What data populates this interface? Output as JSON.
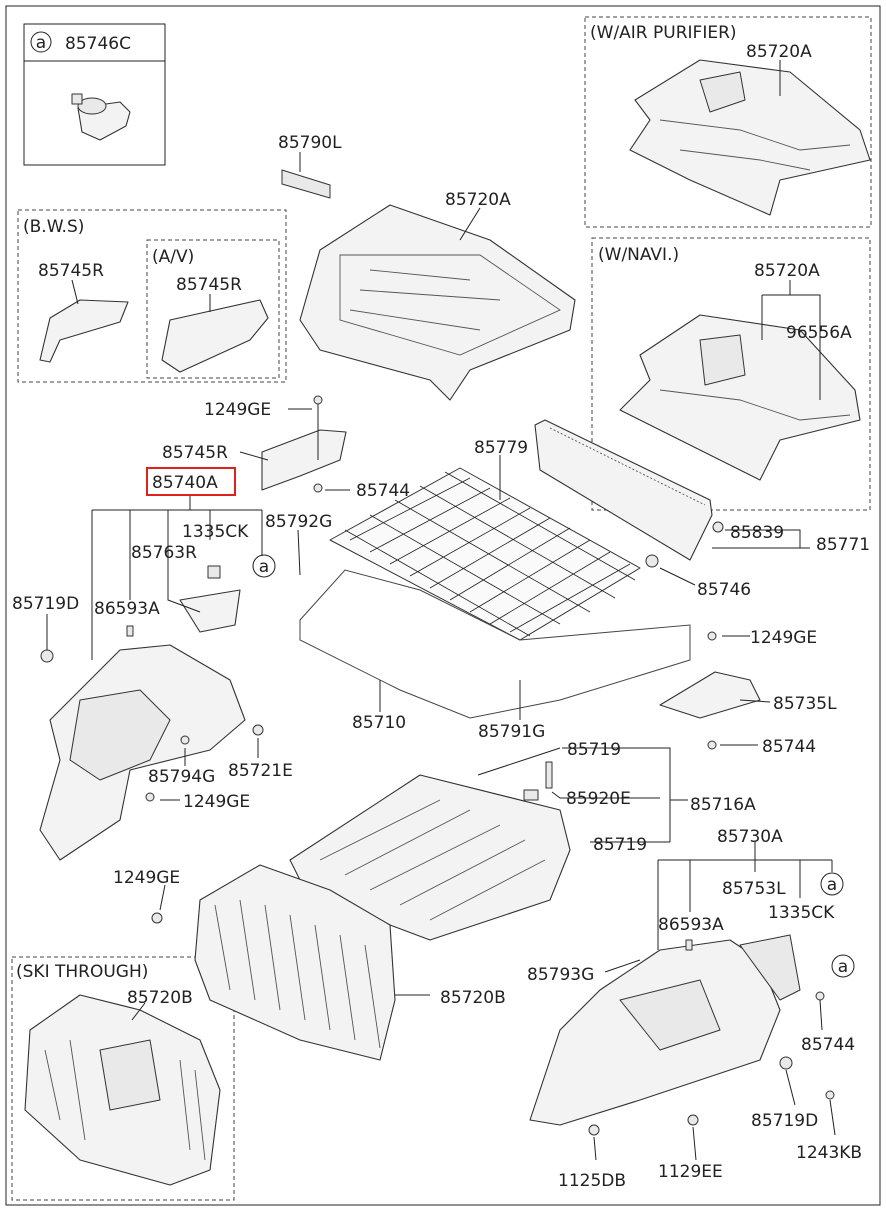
{
  "highlight_color": "#e0201b",
  "sections": {
    "air_purifier": "(W/AIR PURIFIER)",
    "navi": "(W/NAVI.)",
    "bws": "(B.W.S)",
    "av": "(A/V)",
    "ski_through": "(SKI THROUGH)"
  },
  "callout_box": {
    "marker": "a",
    "part": "85746C"
  },
  "labels": {
    "p85790L": "85790L",
    "p85720A_main": "85720A",
    "p85720A_air": "85720A",
    "p85720A_navi": "85720A",
    "p96556A": "96556A",
    "p85745R_bws": "85745R",
    "p85745R_av": "85745R",
    "p1249GE_top": "1249GE",
    "p85745R": "85745R",
    "p85740A": "85740A",
    "p85744_a": "85744",
    "p1335CK_a": "1335CK",
    "p85763R": "85763R",
    "p85792G": "85792G",
    "marker_a1": "a",
    "p85779": "85779",
    "p85839": "85839",
    "p85771": "85771",
    "p85746": "85746",
    "p85719D_left": "85719D",
    "p86593A_left": "86593A",
    "p1249GE_right": "1249GE",
    "p85735L": "85735L",
    "p85710": "85710",
    "p85791G": "85791G",
    "p85744_b": "85744",
    "p85794G": "85794G",
    "p85721E": "85721E",
    "p1249GE_left": "1249GE",
    "p85719_a": "85719",
    "p85920E": "85920E",
    "p85716A": "85716A",
    "p85719_b": "85719",
    "p85730A": "85730A",
    "p1249GE_seat": "1249GE",
    "p85753L": "85753L",
    "marker_a2": "a",
    "p86593A_right": "86593A",
    "p1335CK_b": "1335CK",
    "p85793G": "85793G",
    "marker_a3": "a",
    "p85720B_main": "85720B",
    "p85720B_ski": "85720B",
    "p85744_c": "85744",
    "p85719D_right": "85719D",
    "p1243KB": "1243KB",
    "p1125DB": "1125DB",
    "p1129EE": "1129EE"
  }
}
